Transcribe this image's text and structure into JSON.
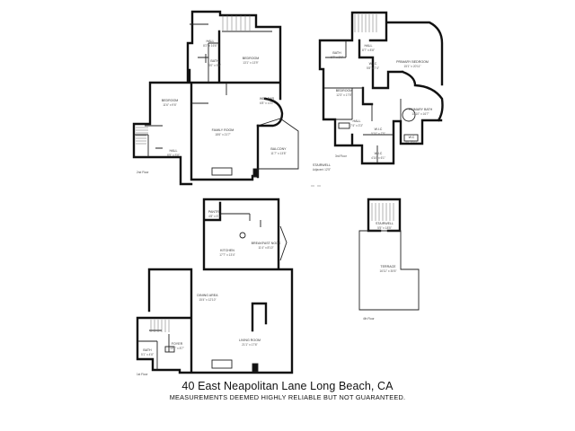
{
  "title": "40 East Neapolitan Lane Long Beach, CA",
  "disclaimer": "MEASUREMENTS DEEMED HIGHLY RELIABLE BUT NOT GUARANTEED.",
  "floors": {
    "second": {
      "label": "2nd Floor",
      "rooms": [
        {
          "key": "hall_top",
          "name": "HALL",
          "dim": "8'2\" x 16'6\""
        },
        {
          "key": "bath",
          "name": "BATH",
          "dim": "8'0\" x 9'0\""
        },
        {
          "key": "bedroom_ne",
          "name": "BEDROOM",
          "dim": "13'1\" x 13'9\""
        },
        {
          "key": "bedroom_w",
          "name": "BEDROOM",
          "dim": "11'6\" x 9'6\""
        },
        {
          "key": "wet_bar",
          "name": "WET BAR",
          "dim": "6'8\" x 13'1\""
        },
        {
          "key": "family",
          "name": "FAMILY ROOM",
          "dim": "18'6\" x 21'7\""
        },
        {
          "key": "balcony",
          "name": "BALCONY",
          "dim": "11'7\" x 13'8\""
        },
        {
          "key": "hall_sw",
          "name": "HALL",
          "dim": "8'5\" x 5'8\""
        }
      ]
    },
    "third": {
      "label": "3rd Floor",
      "rooms": [
        {
          "key": "bath",
          "name": "BATH",
          "dim": "6'7\" x 8'0\""
        },
        {
          "key": "hall",
          "name": "HALL",
          "dim": "8'7\" x 8'8\""
        },
        {
          "key": "wic_top",
          "name": "W.I.C",
          "dim": "5'8\" x 7'4\""
        },
        {
          "key": "primary_bed",
          "name": "PRIMARY BEDROOM",
          "dim": "15'1\" x 20'11\""
        },
        {
          "key": "bedroom",
          "name": "BEDROOM",
          "dim": "12'3\" x 17'5\""
        },
        {
          "key": "primary_bath",
          "name": "PRIMARY BATH",
          "dim": "10'10\" x 16'7\""
        },
        {
          "key": "hall2",
          "name": "HALL",
          "dim": "7'4\" x 3'3\""
        },
        {
          "key": "wic_mid",
          "name": "W.I.C",
          "dim": "5'10\" x 7'5\""
        },
        {
          "key": "wc",
          "name": "W.C",
          "dim": "3'0\" x 6'1\""
        },
        {
          "key": "wic_bottom",
          "name": "W.I.C",
          "dim": "4'10\" x 6'1\""
        },
        {
          "key": "stairwell",
          "name": "STAIRWELL",
          "dim": "Adjacent 12'5\""
        }
      ]
    },
    "first": {
      "label": "1st Floor",
      "rooms": [
        {
          "key": "pantry",
          "name": "PANTRY",
          "dim": "4'8\" x 5'1\""
        },
        {
          "key": "kitchen",
          "name": "KITCHEN",
          "dim": "17'7\" x 13'4\""
        },
        {
          "key": "breakfast",
          "name": "BREAKFAST NOOK",
          "dim": "11'4\" x 8'10\""
        },
        {
          "key": "dining",
          "name": "DINING AREA",
          "dim": "15'4\" x 12'10\""
        },
        {
          "key": "living",
          "name": "LIVING ROOM",
          "dim": "21'1\" x 17'6\""
        },
        {
          "key": "foyer",
          "name": "FOYER",
          "dim": "10'1\" x 8'7\""
        },
        {
          "key": "bath",
          "name": "BATH",
          "dim": "5'1\" x 4'8\""
        }
      ]
    },
    "fourth": {
      "label": "4th Floor",
      "rooms": [
        {
          "key": "stairwell",
          "name": "STAIRWELL",
          "dim": "5'5\" x 18'5\""
        },
        {
          "key": "terrace",
          "name": "TERRACE",
          "dim": "16'11\" x 30'6\""
        }
      ]
    }
  }
}
